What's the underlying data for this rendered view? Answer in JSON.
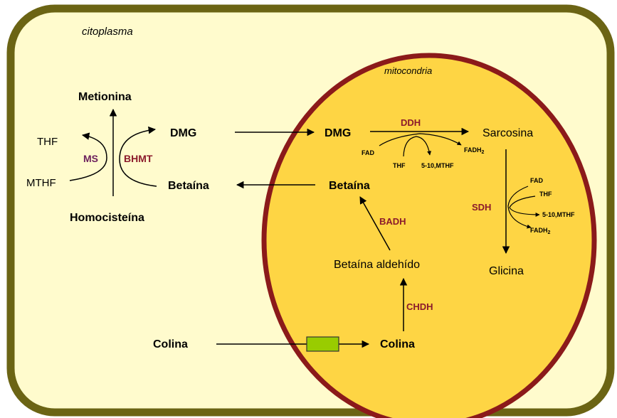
{
  "labels": {
    "citoplasma": "citoplasma",
    "mitocondria": "mitocondria",
    "metionina": "Metionina",
    "thf_left": "THF",
    "mthf_left": "MTHF",
    "ms": "MS",
    "bhmt": "BHMT",
    "dmg_left": "DMG",
    "betaina_left": "Betaína",
    "homocisteina": "Homocisteína",
    "dmg_right": "DMG",
    "ddh": "DDH",
    "sarcosina": "Sarcosina",
    "fad_ddh": "FAD",
    "thf_ddh": "THF",
    "mthf_ddh": "5-10,MTHF",
    "fadh2_ddh": "FADH",
    "sub2_ddh": "2",
    "betaina_right": "Betaína",
    "badh": "BADH",
    "betaina_aldehido": "Betaína aldehído",
    "sdh": "SDH",
    "fad_sdh": "FAD",
    "thf_sdh": "THF",
    "mthf_sdh": "5-10,MTHF",
    "fadh2_sdh": "FADH",
    "sub2_sdh": "2",
    "glicina": "Glicina",
    "chdh": "CHDH",
    "colina_left": "Colina",
    "colina_right": "Colina"
  },
  "colors": {
    "cell_fill": "#fffbcd",
    "cell_border": "#6b6414",
    "mito_fill": "#fed544",
    "mito_border": "#8b1a1a",
    "enzyme": "#8b1a2b",
    "transporter": "#99cc00"
  }
}
